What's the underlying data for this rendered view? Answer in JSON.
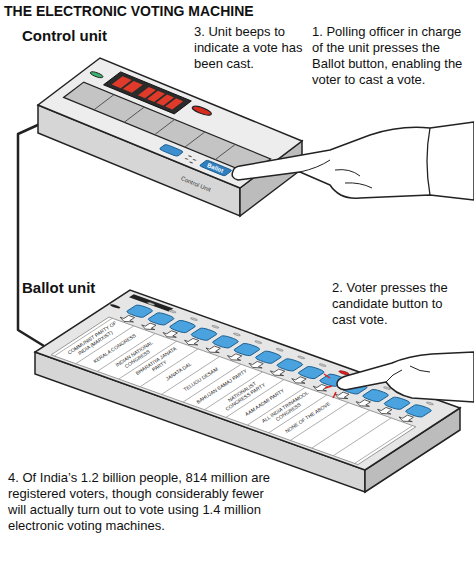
{
  "diagram": {
    "title": "THE ELECTRONIC VOTING MACHINE",
    "labels": [
      "Control unit",
      "3. Unit beeps to indicate a vote has been cast.",
      "1. Polling officer in charge of the unit presses the Ballot button, enabling the voter to cast a vote.",
      "Ballot",
      "Control Unit",
      "Ballot unit",
      "COMMUNIST PARTY OF INDIA (MARXIST)",
      "KERALA CONGRESS",
      "INDIAN NATIONAL CONGRESS",
      "BHARATIYA JANATA PARTY",
      "JANATA DAL",
      "TELUGU DESAM",
      "BAHUJAN SAMAJ PARTY",
      "NATIONALIST CONGRESS PARTY",
      "AAM AADMI PARTY",
      "ALL INDIA TRINAMOOL CONGRESS",
      "NONE OF THE ABOVE",
      "2. Voter presses the candidate button to cast vote.",
      "4. Of India’s 1.2 billion people, 814 million are registered voters, though considerably fewer will actually turn out to vote using 1.4 million electronic voting machines."
    ]
  }
}
